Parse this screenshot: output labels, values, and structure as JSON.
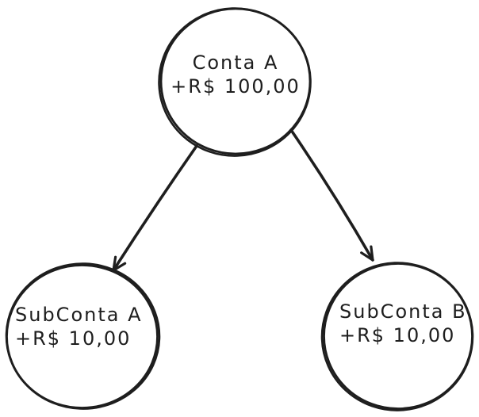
{
  "diagram": {
    "type": "node-graph",
    "colors": {
      "background": "#ffffff",
      "stroke": "#1e1e1e",
      "text": "#1e1e1e"
    },
    "nodes": [
      {
        "id": "conta-a",
        "label": "Conta A",
        "value": "+R$ 100,00"
      },
      {
        "id": "subconta-a",
        "label": "SubConta A",
        "value": "+R$ 10,00"
      },
      {
        "id": "subconta-b",
        "label": "SubConta B",
        "value": "+R$ 10,00"
      }
    ],
    "edges": [
      {
        "from": "Conta A",
        "to": "SubConta A",
        "style": "arrow"
      },
      {
        "from": "Conta A",
        "to": "SubConta B",
        "style": "arrow"
      }
    ]
  }
}
